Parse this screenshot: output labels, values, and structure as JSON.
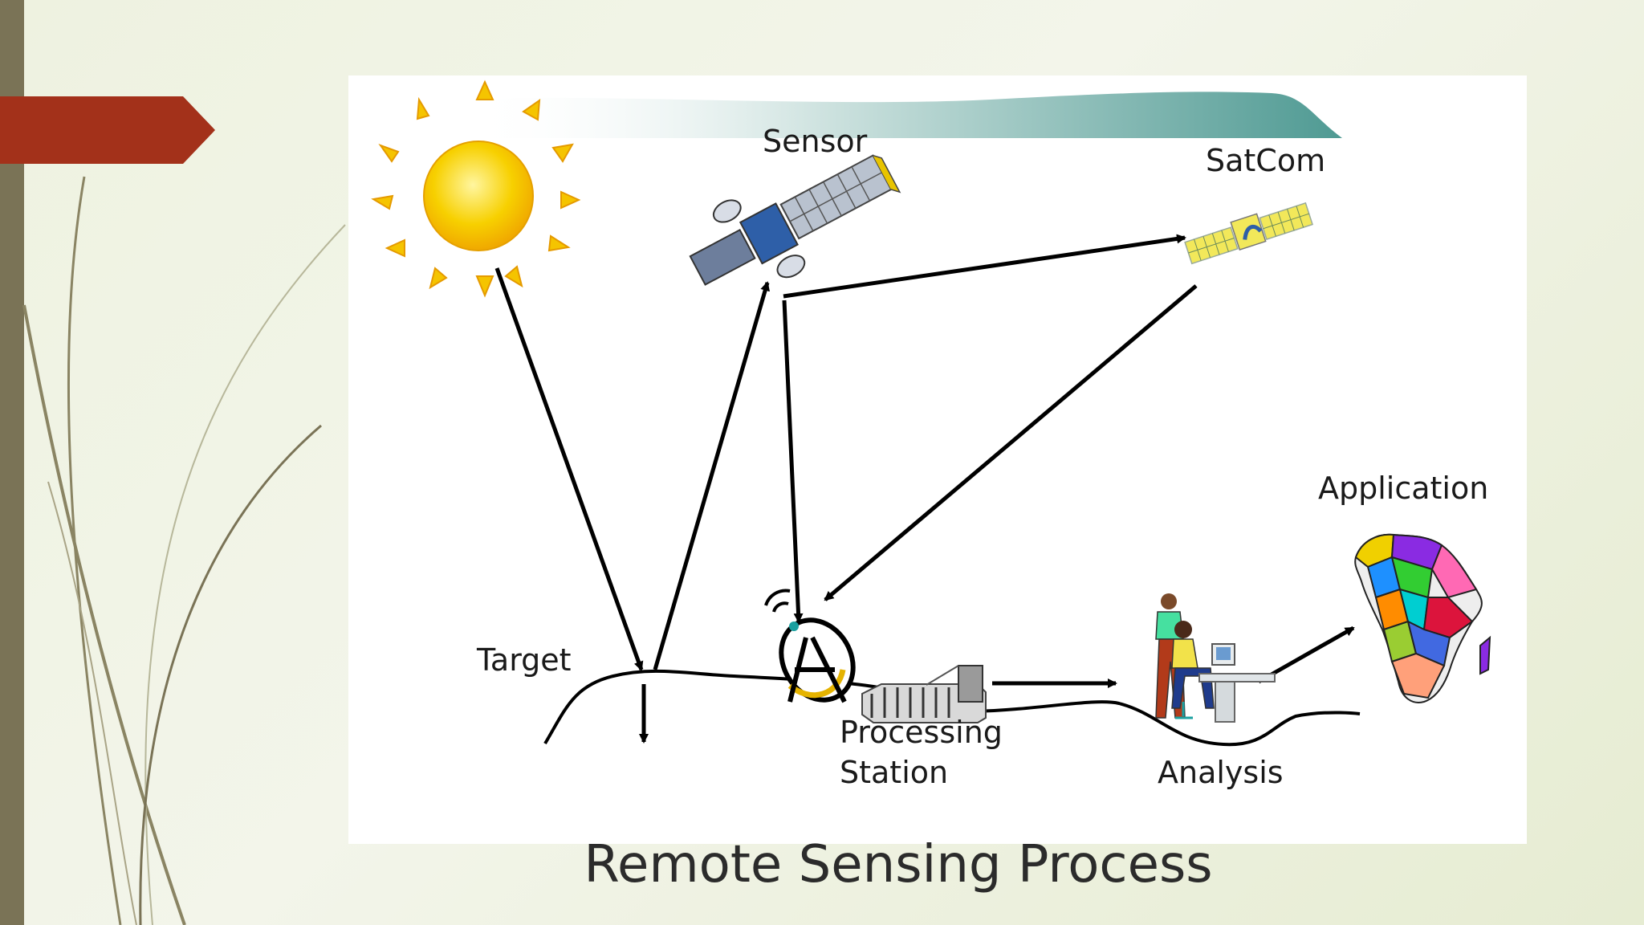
{
  "diagram": {
    "labels": {
      "sensor": "Sensor",
      "satcom": "SatCom",
      "target": "Target",
      "processing_line1": "Processing",
      "processing_line2": "Station",
      "analysis": "Analysis",
      "application": "Application"
    },
    "caption": "Remote Sensing Process"
  },
  "colors": {
    "accent_arrow": "#a3311a",
    "left_bar": "#7a7356",
    "sun": "#f5c400",
    "banner": "#4f9a93"
  }
}
